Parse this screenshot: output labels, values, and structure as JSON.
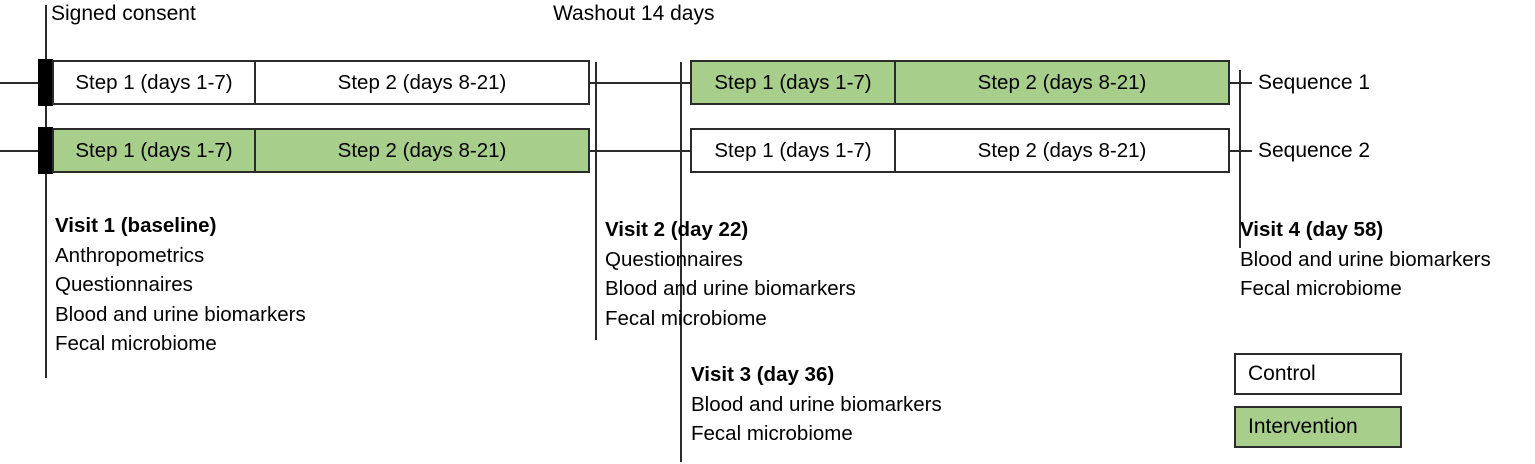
{
  "figure": {
    "type": "study-design-diagram",
    "title_top_left": "Signed consent",
    "title_top_middle": "Washout 14 days",
    "colors": {
      "intervention": "#a8ce8c",
      "control": "#ffffff",
      "stroke": "#2b2b2b",
      "marker": "#000000"
    }
  },
  "period1": {
    "rows": [
      {
        "sequence": "Sequence 1",
        "arm": "control",
        "step1": "Step 1 (days 1-7)",
        "step2": "Step 2 (days 8-21)"
      },
      {
        "sequence": "Sequence 2",
        "arm": "intervention",
        "step1": "Step 1 (days 1-7)",
        "step2": "Step 2 (days 8-21)"
      }
    ]
  },
  "period2": {
    "rows": [
      {
        "sequence": "Sequence 1",
        "arm": "intervention",
        "step1": "Step 1 (days 1-7)",
        "step2": "Step 2 (days 8-21)"
      },
      {
        "sequence": "Sequence 2",
        "arm": "control",
        "step1": "Step 1 (days 1-7)",
        "step2": "Step 2 (days 8-21)"
      }
    ]
  },
  "sequence_labels": {
    "row1": "Sequence 1",
    "row2": "Sequence 2"
  },
  "visits": [
    {
      "title": "Visit 1 (baseline)",
      "items": [
        "Anthropometrics",
        "Questionnaires",
        "Blood and urine biomarkers",
        "Fecal microbiome"
      ]
    },
    {
      "title": "Visit 2 (day 22)",
      "items": [
        "Questionnaires",
        "Blood and urine biomarkers",
        "Fecal microbiome"
      ]
    },
    {
      "title": "Visit 3 (day 36)",
      "items": [
        "Blood and urine biomarkers",
        "Fecal microbiome"
      ]
    },
    {
      "title": "Visit 4 (day 58)",
      "items": [
        "Blood and urine biomarkers",
        "Fecal microbiome"
      ]
    }
  ],
  "legend": {
    "control": "Control",
    "intervention": "Intervention"
  }
}
